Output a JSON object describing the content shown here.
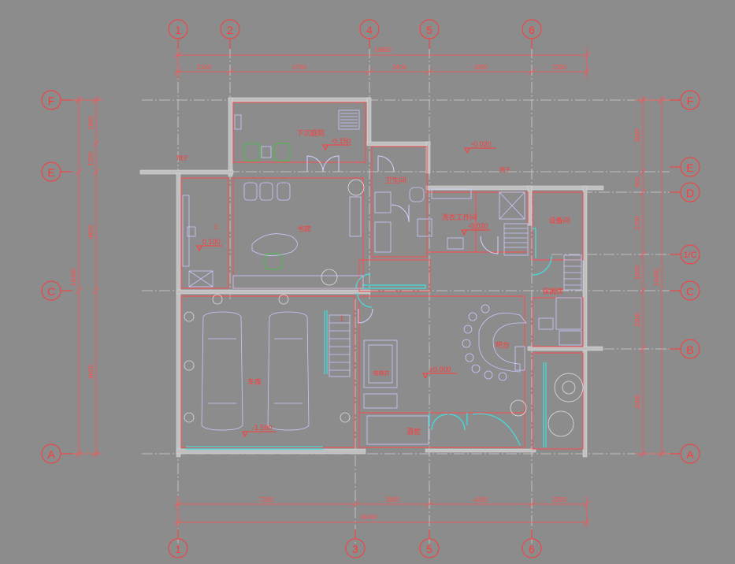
{
  "grid": {
    "top": [
      "1",
      "2",
      "4",
      "5",
      "6"
    ],
    "bottom": [
      "1",
      "3",
      "5",
      "6"
    ],
    "left": [
      "F",
      "E",
      "C",
      "A"
    ],
    "right": [
      "F",
      "E",
      "D",
      "1/C",
      "C",
      "B",
      "A"
    ]
  },
  "dimensions": {
    "top_total": "16800",
    "top": [
      "2100",
      "5700",
      "2400",
      "4200",
      "2200"
    ],
    "bottom": [
      "7200",
      "3000",
      "4200",
      "2200"
    ],
    "bottom_total": "14400",
    "left": [
      "1800",
      "1200",
      "4800",
      "6600"
    ],
    "left_total": "14400",
    "right": [
      "3000",
      "600",
      "2700",
      "1500",
      "2400",
      "4300"
    ],
    "right_total": "14400"
  },
  "rooms": {
    "sunken_yard": "下沉庭院",
    "study": "书房",
    "bathroom": "卫生间",
    "laundry": "洗衣工作间",
    "equipment": "设备间",
    "nanny": "保姆房",
    "bar": "吧台",
    "garage": "车库",
    "wine_cellar": "酒窖",
    "elevator_shaft": "电梯井",
    "yard_left": "院子",
    "yard_right": "院子"
  },
  "elevations": {
    "sunken_yard": "-0.150",
    "upper_right": "-0.020",
    "laundry": "-0.020",
    "study_left": "0.100",
    "hall": "±0.000",
    "garage": "-1.500"
  },
  "labels": {
    "stair_up_1": "上",
    "stair_up_2": "上"
  },
  "colors": {
    "background": "#8c8c8c",
    "grid_and_dims": "#ff3a3a",
    "walls": "#c0c0c0",
    "fixtures": "#c8c8ff",
    "windows": "#40e0e0",
    "green_chairs": "#30d030"
  }
}
